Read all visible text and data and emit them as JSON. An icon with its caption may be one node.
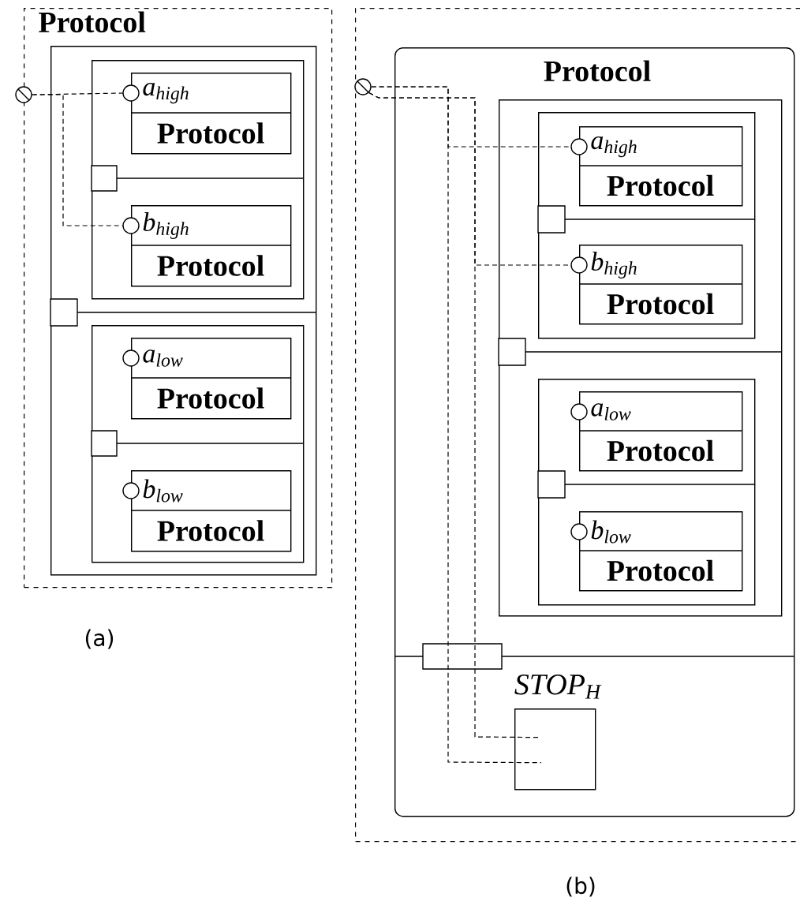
{
  "diagram": {
    "nodes": [
      {
        "text": [
          "Protocol"
        ]
      },
      {
        "text": [],
        "shape": "box",
        "in": 0
      },
      {
        "text": [],
        "shape": "box",
        "in": 1
      },
      {
        "text": [
          "a$_{high}$",
          "Protocol"
        ],
        "in": 2
      },
      {
        "text": [
          "b$_{high}$",
          "Protocol"
        ],
        "in": 2
      },
      {
        "text": [],
        "shape": "box",
        "in": 1
      },
      {
        "text": [
          "a$_{low}$",
          "Protocol"
        ],
        "in": 5
      },
      {
        "text": [
          "b$_{low}$",
          "Protocol"
        ],
        "in": 5
      },
      {
        "text": [],
        "shape": "circle"
      },
      {
        "text": [],
        "shape": "box"
      },
      {
        "text": [
          "Protocol"
        ],
        "in": 9
      },
      {
        "text": [],
        "shape": "box",
        "in": 10
      },
      {
        "text": [],
        "shape": "box",
        "in": 11
      },
      {
        "text": [
          "a$_{high}$",
          "Protocol"
        ],
        "in": 12
      },
      {
        "text": [
          "b$_{high}$",
          "Protocol"
        ],
        "in": 12
      },
      {
        "text": [],
        "shape": "box",
        "in": 11
      },
      {
        "text": [
          "a$_{low}$",
          "Protocol"
        ],
        "in": 15
      },
      {
        "text": [
          "b$_{low}$",
          "Protocol"
        ],
        "in": 15
      },
      {
        "text": [
          "STOP$_{H}$"
        ],
        "in": 10
      },
      {
        "text": [],
        "shape": "circle",
        "in": 9
      }
    ],
    "edges": [
      {
        "from": 8,
        "to": 3,
        "arrow": "none",
        "style": "dashed"
      },
      {
        "from": 8,
        "to": 4,
        "arrow": "none",
        "style": "dashed"
      },
      {
        "from": 19,
        "to": 13,
        "arrow": "none",
        "style": "dashed"
      },
      {
        "from": 19,
        "to": 14,
        "arrow": "none",
        "style": "dashed"
      },
      {
        "from": 19,
        "to": 18,
        "arrow": "none",
        "style": "dashed"
      },
      {
        "from": 19,
        "to": 18,
        "arrow": "none",
        "style": "dashed"
      }
    ],
    "labels": [
      "(a)",
      "(b)"
    ]
  }
}
